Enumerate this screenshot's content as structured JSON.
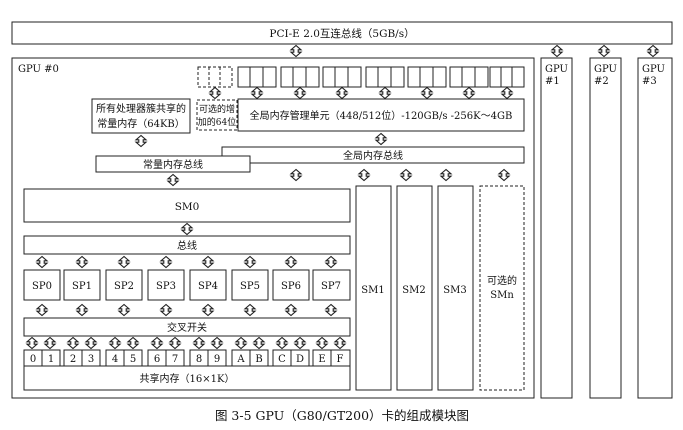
{
  "pcie_bus_label": "PCI-E 2.0互连总线（5GB/s）",
  "gpu0_label": "GPU #0",
  "other_gpus": [
    {
      "name": "GPU",
      "num": "#1"
    },
    {
      "name": "GPU",
      "num": "#2"
    },
    {
      "name": "GPU",
      "num": "#3"
    }
  ],
  "shared_constant_memory": {
    "line1": "所有处理器簇共享的",
    "line2": "常量内存（64KB）"
  },
  "optional_64bit": {
    "line1": "可选的增",
    "line2": "加的64位"
  },
  "global_memory_unit": "全局内存管理单元（448/512位）-120GB/s -256K～4GB",
  "constant_memory_bus": "常量内存总线",
  "global_memory_bus": "全局内存总线",
  "sm0_label": "SM0",
  "bus_label": "总线",
  "sp_labels": [
    "SP0",
    "SP1",
    "SP2",
    "SP3",
    "SP4",
    "SP5",
    "SP6",
    "SP7"
  ],
  "crossbar_label": "交叉开关",
  "bank_labels": [
    "0",
    "1",
    "2",
    "3",
    "4",
    "5",
    "6",
    "7",
    "8",
    "9",
    "A",
    "B",
    "C",
    "D",
    "E",
    "F"
  ],
  "shared_memory_label": "共享内存（16×1K）",
  "sm_labels": [
    "SM1",
    "SM2",
    "SM3"
  ],
  "optional_smn": {
    "line1": "可选的",
    "line2": "SMn"
  },
  "caption": "图 3-5    GPU（G80/GT200）卡的组成模块图"
}
